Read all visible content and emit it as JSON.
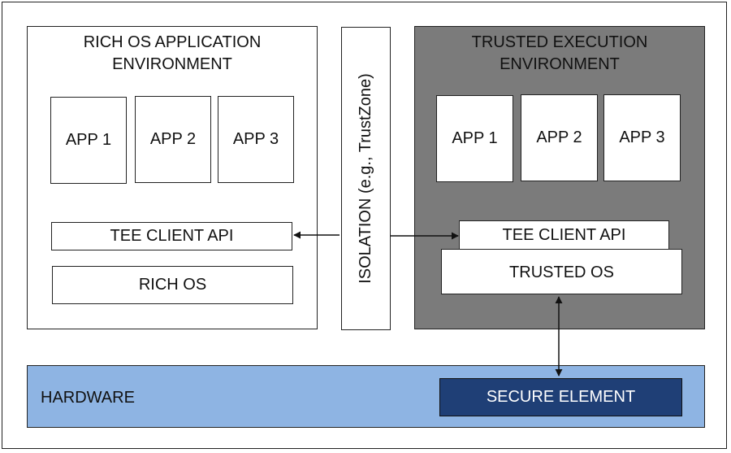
{
  "rich_env": {
    "title": "RICH OS APPLICATION\nENVIRONMENT",
    "apps": [
      "APP 1",
      "APP 2",
      "APP 3"
    ],
    "client_api": "TEE CLIENT API",
    "os": "RICH OS"
  },
  "isolation": {
    "label": "ISOLATION (e.g., TrustZone)"
  },
  "tee_env": {
    "title": "TRUSTED EXECUTION\nENVIRONMENT",
    "apps": [
      "APP 1",
      "APP 2",
      "APP 3"
    ],
    "client_api": "TEE CLIENT API",
    "os": "TRUSTED OS"
  },
  "hardware": {
    "label": "HARDWARE",
    "secure_element": "SECURE ELEMENT"
  },
  "colors": {
    "tee_background": "#7b7b7b",
    "hardware_background": "#8eb4e3",
    "secure_element_background": "#1f3f76"
  }
}
